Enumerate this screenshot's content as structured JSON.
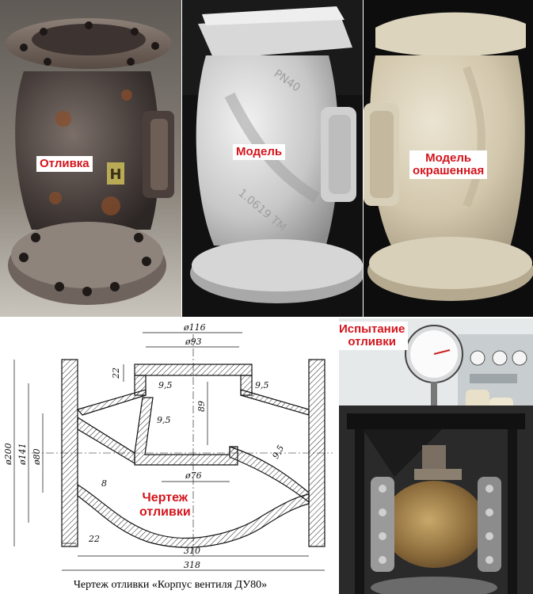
{
  "panels": {
    "casting": {
      "label": "Отливка"
    },
    "model": {
      "label": "Модель",
      "embossed": [
        "PN40",
        "1.0619 TM"
      ]
    },
    "painted_model": {
      "label_line1": "Модель",
      "label_line2": "окрашенная"
    },
    "drawing": {
      "label_line1": "Чертеж",
      "label_line2": "отливки",
      "dimensions": {
        "d116": "ø116",
        "d93": "ø93",
        "h22_top": "22",
        "w95_a": "9,5",
        "w95_b": "9,5",
        "w95_c": "9,5",
        "w95_d": "9,5",
        "h89": "89",
        "d200": "ø200",
        "d141": "ø141",
        "d80": "ø80",
        "d76": "ø76",
        "w8": "8",
        "w22_bottom": "22",
        "l310": "310",
        "l318": "318"
      },
      "caption": "Чертеж отливки «Корпус вентиля ДУ80»"
    },
    "test": {
      "label_line1": "Испытание",
      "label_line2": "отливки"
    }
  },
  "colors": {
    "label_red": "#d4141c",
    "hatch": "#222222"
  }
}
